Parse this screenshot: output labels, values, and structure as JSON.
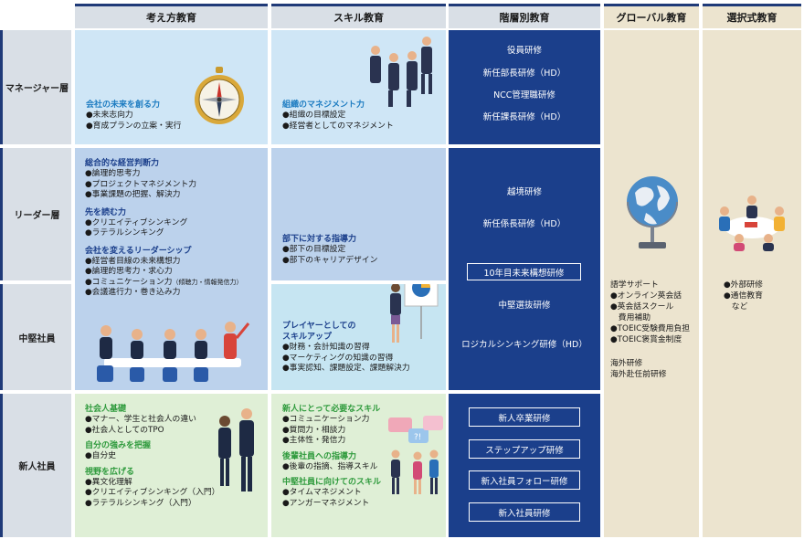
{
  "headers": {
    "thinking": "考え方教育",
    "skill": "スキル教育",
    "tiered": "階層別教育",
    "global": "グローバル教育",
    "elective": "選択式教育"
  },
  "rows": {
    "manager": "マネージャー層",
    "leader": "リーダー層",
    "mid": "中堅社員",
    "new": "新人社員"
  },
  "thinking": {
    "manager": {
      "title": "会社の未来を創る力",
      "items": [
        "●未来志向力",
        "●育成プランの立案・実行"
      ]
    },
    "leader": {
      "title1": "総合的な経営判断力",
      "items1": [
        "●論理的思考力",
        "●プロジェクトマネジメント力",
        "●事業課題の把握、解決力"
      ],
      "title2": "先を読む力",
      "items2": [
        "●クリエイティブシンキング",
        "●ラテラルシンキング"
      ],
      "title3": "会社を変えるリーダーシップ",
      "items3": [
        "●経営者目線の未来構想力",
        "●論理的思考力・求心力"
      ],
      "item_comm": "●コミュニケーション力",
      "item_comm_note": "（傾聴力・情報発信力）",
      "item_meeting": "●会議進行力・巻き込み力"
    },
    "new": {
      "title1": "社会人基礎",
      "items1": [
        "●マナー、学生と社会人の違い",
        "●社会人としてのTPO"
      ],
      "title2": "自分の強みを把握",
      "items2": [
        "●自分史"
      ],
      "title3": "視野を広げる",
      "items3": [
        "●異文化理解",
        "●クリエイティブシンキング（入門）",
        "●ラテラルシンキング（入門）"
      ]
    }
  },
  "skill": {
    "manager": {
      "title": "組織のマネジメント力",
      "items": [
        "●組織の目標設定",
        "●経営者としてのマネジメント"
      ]
    },
    "leader": {
      "title": "部下に対する指導力",
      "items": [
        "●部下の目標設定",
        "●部下のキャリアデザイン"
      ]
    },
    "mid": {
      "title": "プレイヤーとしての\nスキルアップ",
      "items": [
        "●財務・会計知識の習得",
        "●マーケティングの知識の習得",
        "●事実認知、課題設定、課題解決力"
      ]
    },
    "new": {
      "title1": "新人にとって必要なスキル",
      "items1": [
        "●コミュニケーション力",
        "●質問力・相談力",
        "●主体性・発信力"
      ],
      "title2": "後輩社員への指導力",
      "items2": [
        "●後輩の指摘、指導スキル"
      ],
      "title3": "中堅社員に向けてのスキル",
      "items3": [
        "●タイムマネジメント",
        "●アンガーマネジメント"
      ]
    }
  },
  "tiered": {
    "manager": [
      "役員研修",
      "新任部長研修（HD）",
      "NCC管理職研修",
      "新任課長研修（HD）"
    ],
    "leader": [
      "越境研修",
      "新任係長研修（HD）"
    ],
    "mid_box": "10年目未来構想研修",
    "mid": [
      "中堅選抜研修",
      "ロジカルシンキング研修（HD）"
    ],
    "new": [
      "新人卒業研修",
      "ステップアップ研修",
      "新入社員フォロー研修",
      "新入社員研修"
    ]
  },
  "global": {
    "items1": [
      "語学サポート",
      "●オンライン英会話",
      "●英会話スクール",
      "　費用補助",
      "●TOEIC受験費用負担",
      "●TOEIC褒賞金制度"
    ],
    "items2": [
      "海外研修",
      "海外赴任前研修"
    ]
  },
  "elective": {
    "items": [
      "●外部研修",
      "●通信教育",
      "　など"
    ]
  },
  "colors": {
    "navy": "#1b3f8b",
    "accent_blue": "#1d7cc1",
    "accent_green": "#2e9a3c",
    "light_blue": "#cfe6f6",
    "light_green": "#dfefd6",
    "tan": "#ece4cf"
  }
}
